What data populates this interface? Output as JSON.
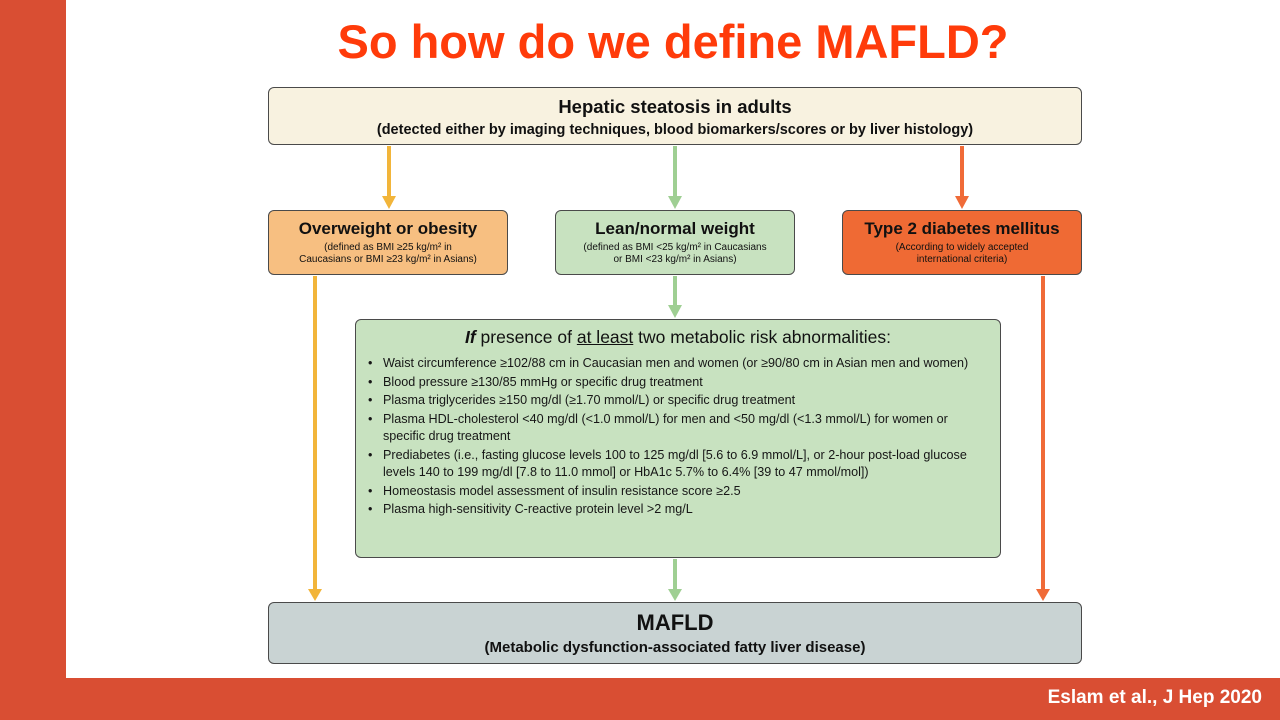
{
  "slide": {
    "title": "So how do we define MAFLD?",
    "citation": "Eslam et al., J Hep 2020"
  },
  "diagram": {
    "top": {
      "title": "Hepatic steatosis in adults",
      "subtitle": "(detected either by imaging techniques, blood biomarkers/scores or by liver histology)"
    },
    "overweight": {
      "title": "Overweight or obesity",
      "line1": "(defined as BMI ≥25 kg/m² in",
      "line2": "Caucasians or BMI ≥23 kg/m² in Asians)"
    },
    "lean": {
      "title": "Lean/normal weight",
      "line1": "(defined as BMI <25 kg/m² in Caucasians",
      "line2": "or BMI <23 kg/m² in Asians)"
    },
    "t2d": {
      "title": "Type 2 diabetes mellitus",
      "line1": "(According to widely accepted",
      "line2": "international criteria)"
    },
    "risk": {
      "title_if": "If",
      "title_mid": " presence of ",
      "title_underline": "at least",
      "title_end": " two metabolic risk abnormalities:",
      "items": [
        "Waist circumference ≥102/88 cm in Caucasian men and women (or ≥90/80 cm in Asian men and women)",
        "Blood pressure ≥130/85 mmHg or specific drug treatment",
        "Plasma triglycerides ≥150 mg/dl (≥1.70 mmol/L) or specific drug treatment",
        "Plasma HDL-cholesterol <40 mg/dl (<1.0 mmol/L) for men and <50 mg/dl (<1.3 mmol/L) for women or specific drug treatment",
        "Prediabetes (i.e., fasting glucose levels 100 to 125 mg/dl [5.6 to 6.9 mmol/L], or 2-hour post-load glucose levels 140 to 199 mg/dl [7.8 to 11.0 mmol] or HbA1c 5.7% to 6.4% [39 to 47 mmol/mol])",
        "Homeostasis model assessment of insulin resistance score ≥2.5",
        "Plasma high-sensitivity C-reactive protein level >2 mg/L"
      ]
    },
    "result": {
      "title": "MAFLD",
      "subtitle": "(Metabolic dysfunction-associated fatty liver disease)"
    }
  },
  "colors": {
    "accent": "#d94e33",
    "title": "#ff3b0a",
    "arrow_yellow": "#f2b53a",
    "arrow_green": "#9fcf93",
    "arrow_orange": "#f06b38"
  }
}
